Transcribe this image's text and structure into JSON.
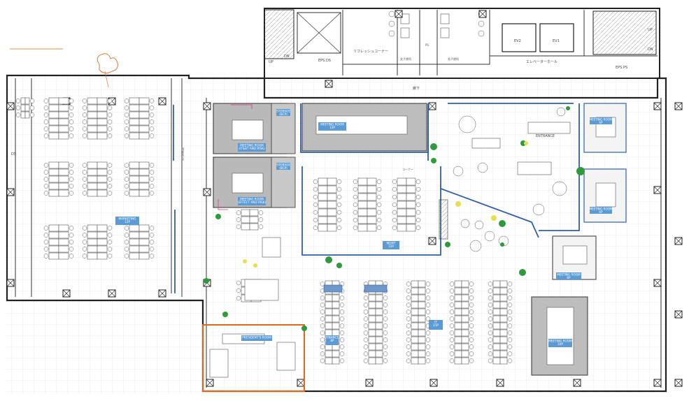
{
  "labels": {
    "eps_left": "EPS.DS",
    "refresh": "リフレッシュコーナー",
    "female_wc": "女子便所",
    "ps": "PS",
    "male_wc": "男子便所",
    "elevator_hall": "エレベーターホール",
    "eps_right": "EPS.PS",
    "corridor": "廊下",
    "ev1": "EV1",
    "ev2": "EV2",
    "dn_left": "DN",
    "up_left": "UP",
    "up_right": "UP",
    "dn_right": "DN",
    "ds": "DS",
    "storage_left": "STORAGE",
    "entrance": "ENTRANCE",
    "copy_corner": "コーナー"
  },
  "rooms": [
    {
      "key": "marketing",
      "text": "MARKETING\n12P"
    },
    {
      "key": "meeting_main",
      "text": "MEETING ROOM\n12P"
    },
    {
      "key": "meeting_small1",
      "text": "MEETING ROOM\n(IT&BT AND RISK)"
    },
    {
      "key": "meeting_small2",
      "text": "MEETING ROOM\n(EFFECT AND RISK)"
    },
    {
      "key": "storage1",
      "text": "STORAGE\n(BCP)"
    },
    {
      "key": "storage2",
      "text": "STORAGE\n(BCP)"
    },
    {
      "key": "mgmt",
      "text": "MGMT\n12P"
    },
    {
      "key": "it",
      "text": "IT\n21P"
    },
    {
      "key": "finance",
      "text": "FINANCE\n8P"
    },
    {
      "key": "presidents",
      "text": "PRESIDENT'S ROOM"
    },
    {
      "key": "mr_r1",
      "text": "MEETING ROOM\n6P"
    },
    {
      "key": "mr_r2",
      "text": "MEETING ROOM\n6P"
    },
    {
      "key": "mr_r3",
      "text": "MEETING ROOM\n6P"
    },
    {
      "key": "mr_r4",
      "text": "MEETING ROOM\n10P"
    }
  ],
  "colors": {
    "tag_blue": "#5b9bd5",
    "wall_blue": "#2f5fa8",
    "orange": "#e0671b",
    "plant_green": "#2e9a3c",
    "gray_room": "#b9b9b9",
    "magenta": "#e0338c",
    "yellow": "#e8e04a"
  }
}
